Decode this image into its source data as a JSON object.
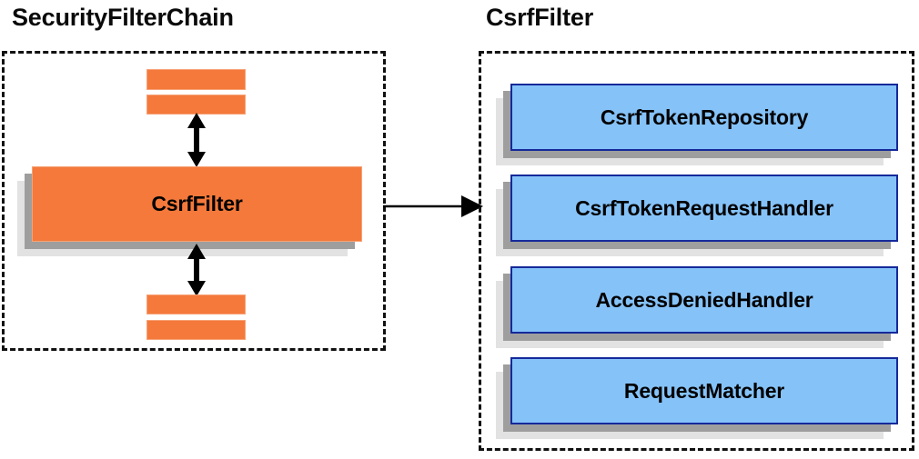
{
  "diagram": {
    "title_left": "SecurityFilterChain",
    "title_right": "CsrfFilter",
    "left_panel": {
      "name": "security-filter-chain-group",
      "main_box_label": "CsrfFilter",
      "stub_count_top": 2,
      "stub_count_bottom": 2,
      "arrows": [
        {
          "name": "arrow-top-bidirectional",
          "direction": "bidirectional",
          "orientation": "vertical"
        },
        {
          "name": "arrow-bottom-bidirectional",
          "direction": "bidirectional",
          "orientation": "vertical"
        }
      ]
    },
    "right_panel": {
      "name": "csrf-filter-group",
      "components": [
        {
          "label": "CsrfTokenRepository"
        },
        {
          "label": "CsrfTokenRequestHandler"
        },
        {
          "label": "AccessDeniedHandler"
        },
        {
          "label": "RequestMatcher"
        }
      ]
    },
    "connector": {
      "name": "left-to-right-arrow",
      "direction": "right",
      "orientation": "horizontal"
    },
    "colors": {
      "orange_fill": "#f4793b",
      "orange_border": "#f7a276",
      "blue_fill": "#85c2f8",
      "blue_border": "#15299a",
      "shadow_dark": "#9e9e9e",
      "shadow_light": "#e2e2e2",
      "group_border": "#111111",
      "text": "#000000"
    }
  }
}
